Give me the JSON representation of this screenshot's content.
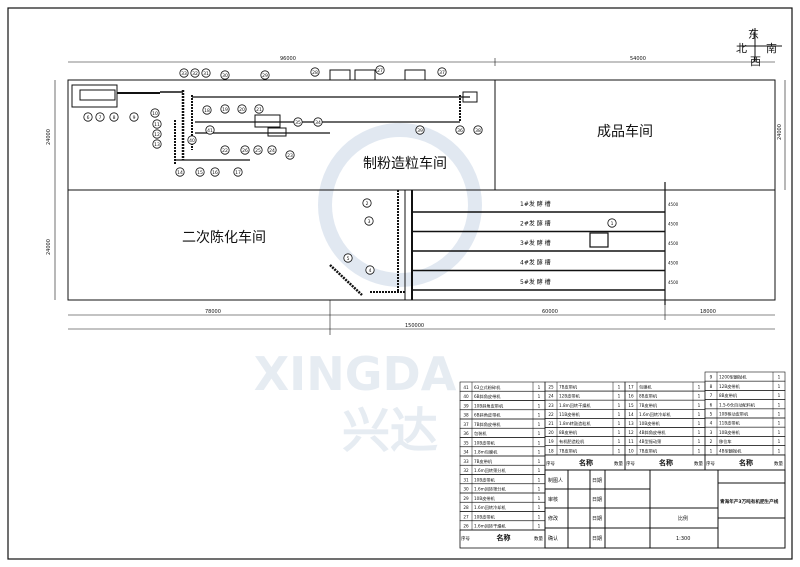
{
  "compass": {
    "east": "东",
    "north": "北",
    "south": "南",
    "west": "西"
  },
  "dimensions": {
    "top_left": "96000",
    "top_right": "54000",
    "bottom_left": "78000",
    "bottom_mid": "60000",
    "bottom_right": "18000",
    "total": "150000",
    "height_top_left": "24000",
    "height_bottom_left": "24000",
    "height_top_right": "24000",
    "lane_width": "4500"
  },
  "rooms": {
    "milling": "制粉造粒车间",
    "product": "成品车间",
    "aging": "二次陈化车间"
  },
  "tanks": [
    "1#发 酵 槽",
    "2#发 酵 槽",
    "3#发 酵 槽",
    "4#发 酵 槽",
    "5#发 酵 槽"
  ],
  "layout_callouts_top": [
    "6",
    "7",
    "8",
    "9",
    "10",
    "11",
    "12",
    "13",
    "14",
    "15",
    "16",
    "17",
    "18",
    "19",
    "20",
    "21",
    "22",
    "23",
    "24",
    "25",
    "26",
    "27",
    "28",
    "29",
    "30",
    "31",
    "32",
    "33",
    "34",
    "35",
    "36",
    "37",
    "38",
    "39",
    "40",
    "41"
  ],
  "layout_callouts_ferment": [
    "1",
    "2",
    "3",
    "4",
    "5"
  ],
  "equipment_tables": [
    {
      "rows": [
        [
          "41",
          "63立式粉碎机",
          "1"
        ],
        [
          "40",
          "6B斜角皮带机",
          "1"
        ],
        [
          "39",
          "10B斜角皮带机",
          "1"
        ],
        [
          "38",
          "6B斜角皮带机",
          "1"
        ],
        [
          "37",
          "7B斜角皮带机",
          "1"
        ],
        [
          "36",
          "包装机",
          "1"
        ],
        [
          "35",
          "10B皮带机",
          "1"
        ],
        [
          "34",
          "1.8m包膜机",
          "1"
        ],
        [
          "33",
          "7B皮带机",
          "1"
        ],
        [
          "32",
          "1.6m回转筛分机",
          "1"
        ],
        [
          "31",
          "10B皮带机",
          "1"
        ],
        [
          "30",
          "1.6m回转筛分机",
          "1"
        ],
        [
          "29",
          "10B皮带机",
          "1"
        ],
        [
          "28",
          "1.6m回转冷却机",
          "1"
        ],
        [
          "27",
          "10B皮带机",
          "1"
        ],
        [
          "26",
          "1.6m回转干燥机",
          "1"
        ]
      ]
    },
    {
      "rows": [
        [
          "25",
          "7B皮带机",
          "1"
        ],
        [
          "24",
          "12B皮带机",
          "1"
        ],
        [
          "23",
          "1.8m回转干燥机",
          "1"
        ],
        [
          "22",
          "11B皮带机",
          "1"
        ],
        [
          "21",
          "1.8m转鼓造粒机",
          "1"
        ],
        [
          "20",
          "8B皮带机",
          "1"
        ],
        [
          "19",
          "有机肥造粒机",
          "1"
        ],
        [
          "18",
          "7B皮带机",
          "1"
        ]
      ]
    },
    {
      "rows": [
        [
          "17",
          "包膜机",
          "1"
        ],
        [
          "16",
          "8B皮带机",
          "1"
        ],
        [
          "15",
          "7B皮带机",
          "1"
        ],
        [
          "14",
          "1.6m回转冷却机",
          "1"
        ],
        [
          "13",
          "10B皮带机",
          "1"
        ],
        [
          "12",
          "4B斜角皮带机",
          "1"
        ],
        [
          "11",
          "4B型振动筛",
          "1"
        ],
        [
          "10",
          "7B皮带机",
          "1"
        ]
      ]
    },
    {
      "rows": [
        [
          "9",
          "1200型翻抛机",
          "1"
        ],
        [
          "8",
          "12B皮带机",
          "1"
        ],
        [
          "7",
          "8B皮带机",
          "1"
        ],
        [
          "6",
          "1.5-6仓自动配料机",
          "1"
        ],
        [
          "5",
          "10B移动皮带机",
          "1"
        ],
        [
          "4",
          "11B皮带机",
          "1"
        ],
        [
          "3",
          "10B皮带机",
          "1"
        ],
        [
          "2",
          "移位车",
          "1"
        ],
        [
          "1",
          "4B型翻抛机",
          "1"
        ]
      ]
    }
  ],
  "table_header": {
    "no": "序号",
    "name": "名称",
    "qty": "数量"
  },
  "title_block": {
    "drawn_by": "制图人",
    "check": "审核",
    "revise": "修改",
    "confirm": "确认",
    "date": "日期",
    "scale_label": "比例",
    "scale": "1:300",
    "project_title": "青海年产3万吨有机肥生产线"
  },
  "watermark": {
    "text": "XINGDA",
    "cn": "兴达",
    "color": "#c9d6e6"
  }
}
